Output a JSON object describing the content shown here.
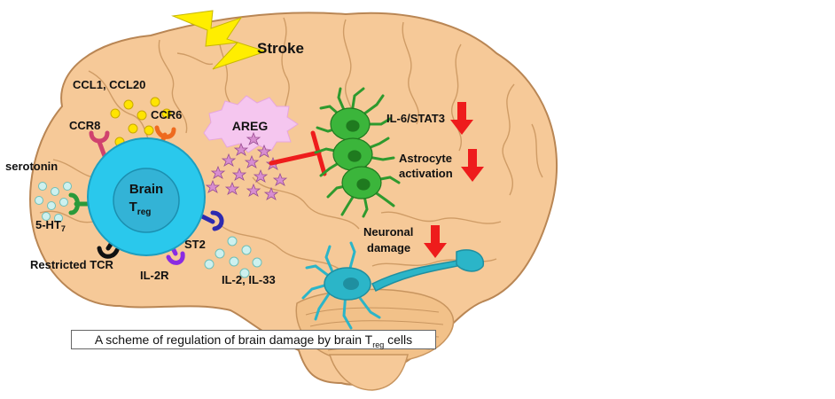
{
  "labels": {
    "stroke": "Stroke",
    "ccl": "CCL1, CCL20",
    "ccr8": "CCR8",
    "ccr6": "CCR6",
    "serotonin": "serotonin",
    "ht7_base": "5-HT",
    "ht7_sub": "7",
    "restricted_tcr": "Restricted TCR",
    "il2r": "IL-2R",
    "st2": "ST2",
    "il": "IL-2, IL-33",
    "areg": "AREG",
    "brain_line1": "Brain",
    "treg_base": "T",
    "treg_sub": "reg",
    "il6": "IL-6/STAT3",
    "astro_line1": "Astrocyte",
    "astro_line2": "activation",
    "neuronal_line1": "Neuronal",
    "neuronal_line2": "damage"
  },
  "caption": {
    "before": "A scheme of regulation of brain damage by brain T",
    "sub": "reg",
    "after": " cells"
  },
  "colors": {
    "brain_fill": "#f6c998",
    "brain_line": "#c8955f",
    "cell_outer": "#2ac8ec",
    "cell_inner": "#33b3d6",
    "astrocyte": "#3bb53b",
    "neuron": "#2bb5c8",
    "arrow_red": "#ee1c1c",
    "bolt": "#ffee00",
    "areg_burst": "#f5c6ef",
    "star": "#d88ed0",
    "dot_yellow": "#ffe400",
    "dot_cyan": "#cdf1ef"
  }
}
